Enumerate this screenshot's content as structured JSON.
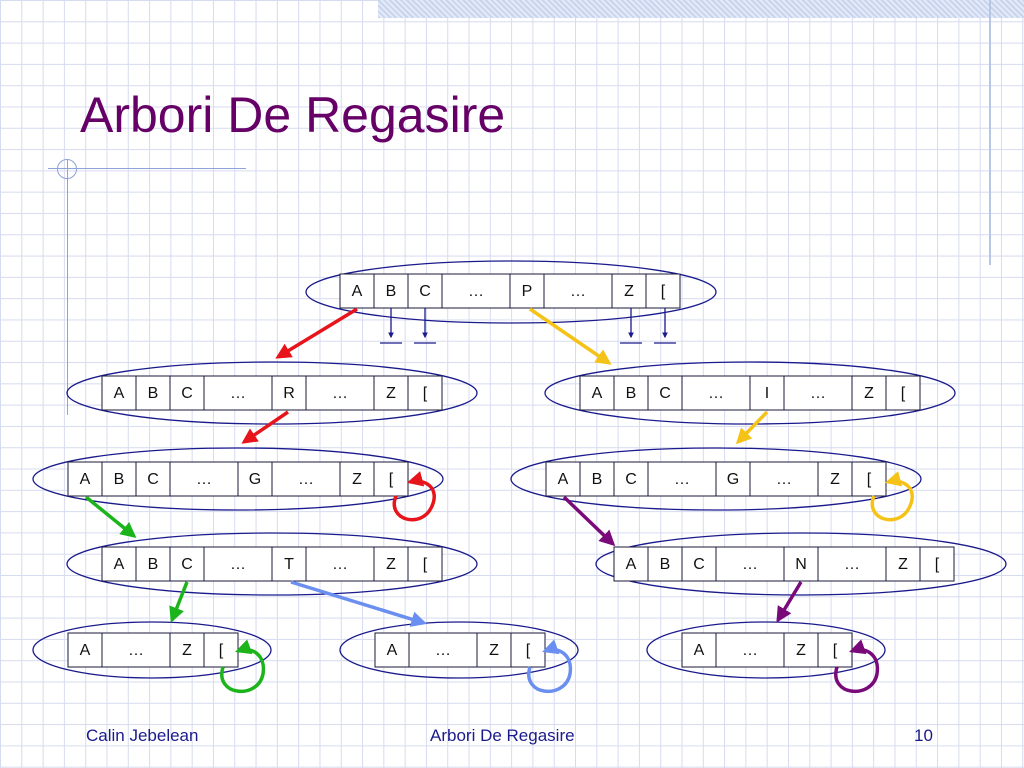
{
  "title": "Arbori De Regasire",
  "footer": {
    "author": "Calin Jebelean",
    "title": "Arbori De Regasire",
    "page": "10"
  },
  "nodes": [
    {
      "id": "root",
      "cells": [
        "A",
        "B",
        "C",
        "…",
        "P",
        "…",
        "Z",
        "["
      ]
    },
    {
      "id": "L1a",
      "cells": [
        "A",
        "B",
        "C",
        "…",
        "R",
        "…",
        "Z",
        "["
      ]
    },
    {
      "id": "R1a",
      "cells": [
        "A",
        "B",
        "C",
        "…",
        "I",
        "…",
        "Z",
        "["
      ]
    },
    {
      "id": "L2",
      "cells": [
        "A",
        "B",
        "C",
        "…",
        "G",
        "…",
        "Z",
        "["
      ]
    },
    {
      "id": "R2",
      "cells": [
        "A",
        "B",
        "C",
        "…",
        "G",
        "…",
        "Z",
        "["
      ]
    },
    {
      "id": "L3",
      "cells": [
        "A",
        "B",
        "C",
        "…",
        "T",
        "…",
        "Z",
        "["
      ]
    },
    {
      "id": "R3",
      "cells": [
        "A",
        "B",
        "C",
        "…",
        "N",
        "…",
        "Z",
        "["
      ]
    },
    {
      "id": "leaf1",
      "cells": [
        "A",
        "…",
        "Z",
        "["
      ]
    },
    {
      "id": "leaf2",
      "cells": [
        "A",
        "…",
        "Z",
        "["
      ]
    },
    {
      "id": "leaf3",
      "cells": [
        "A",
        "…",
        "Z",
        "["
      ]
    }
  ],
  "colors": {
    "red": "#e8141b",
    "yellow": "#f5c318",
    "green": "#1bb51b",
    "purple": "#7a0a7a",
    "blue": "#6b8ff0",
    "ink": "#1a1a8c"
  }
}
